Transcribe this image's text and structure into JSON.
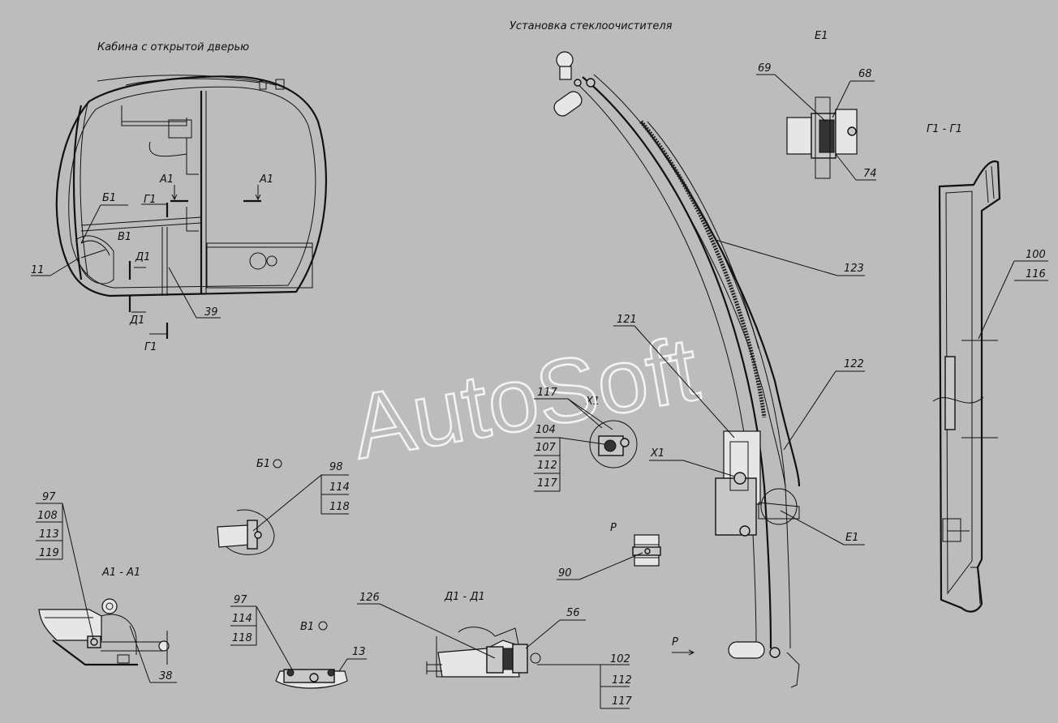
{
  "titles": {
    "cabin": "Кабина с открытой дверью",
    "wiper": "Установка стеклоочистителя",
    "e1": "Е1",
    "g1_section": "Г1 - Г1",
    "a1_section": "А1 - А1",
    "d1_section": "Д1 - Д1",
    "b1_view": "Б1",
    "v1_view": "В1",
    "x1_view": "Х1",
    "p_view": "Р"
  },
  "cabin_marks": {
    "a1_left": "А1",
    "a1_right": "А1",
    "b1": "Б1",
    "v1": "В1",
    "g1_top": "Г1",
    "g1_bottom": "Г1",
    "d1_top": "Д1",
    "d1_bottom": "Д1",
    "part_11": "11",
    "part_39": "39"
  },
  "wiper_marks": {
    "part_121": "121",
    "part_122": "122",
    "part_123": "123",
    "x1": "Х1",
    "e1": "Е1",
    "p": "Р"
  },
  "callouts": {
    "e1_69": "69",
    "e1_68": "68",
    "e1_74": "74",
    "g1_100": "100",
    "g1_116": "116",
    "x1_117": "117",
    "x1_stack": [
      "104",
      "107",
      "112",
      "117"
    ],
    "b1_stack": [
      "98",
      "114",
      "118"
    ],
    "a1_stack": [
      "97",
      "108",
      "113",
      "119"
    ],
    "a1_38": "38",
    "v1_stack": [
      "97",
      "114",
      "118"
    ],
    "v1_13": "13",
    "d1_126": "126",
    "d1_56": "56",
    "d1_stack": [
      "102",
      "112",
      "117"
    ],
    "p_90": "90"
  },
  "watermark": "AutoSoft"
}
